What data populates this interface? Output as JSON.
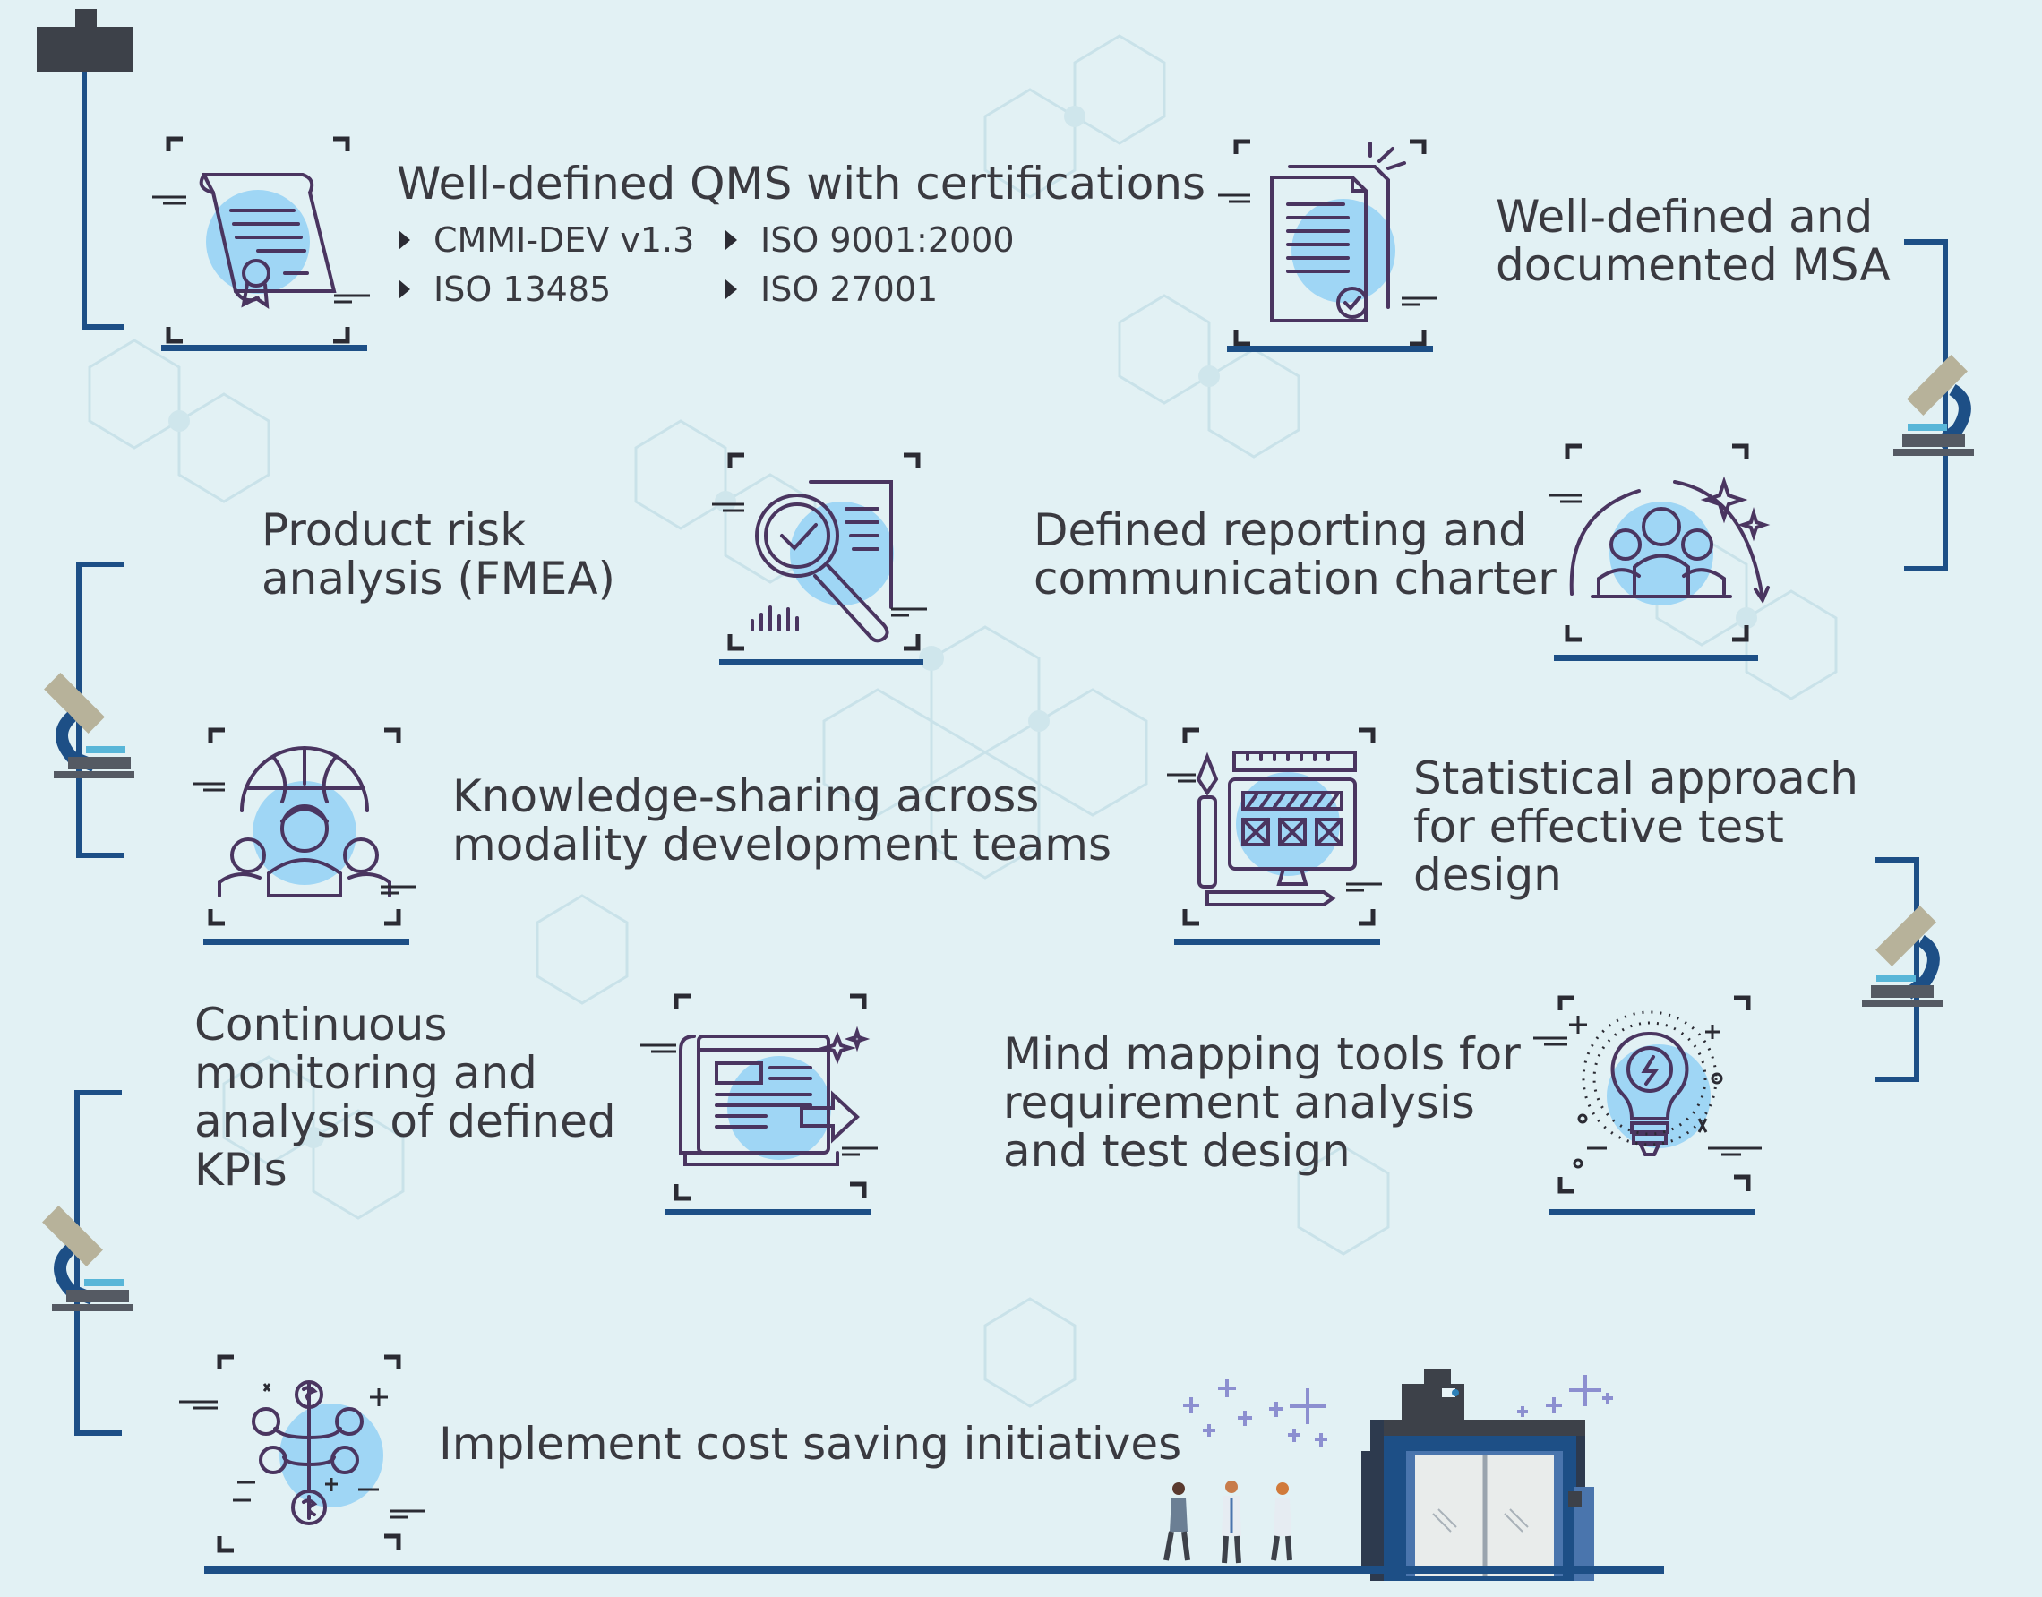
{
  "items": [
    {
      "label": "Well-defined QMS with certifications",
      "certifications": [
        "CMMI-DEV v1.3",
        "ISO 9001:2000",
        "ISO 13485",
        "ISO 27001"
      ]
    },
    {
      "label_lines": [
        "Well-defined and",
        "documented MSA"
      ]
    },
    {
      "label_lines": [
        "Product risk",
        "analysis (FMEA)"
      ]
    },
    {
      "label_lines": [
        "Defined reporting and",
        "communication charter"
      ]
    },
    {
      "label_lines": [
        "Knowledge-sharing across",
        "modality development teams"
      ]
    },
    {
      "label_lines": [
        "Statistical approach",
        "for effective test",
        "design"
      ]
    },
    {
      "label_lines": [
        "Continuous",
        "monitoring and",
        "analysis of defined",
        "KPIs"
      ]
    },
    {
      "label_lines": [
        "Mind mapping tools for",
        "requirement analysis",
        "and test design"
      ]
    },
    {
      "label": "Implement cost saving initiatives"
    }
  ],
  "colors": {
    "background": "#e2f1f4",
    "accent_navy": "#1d4f86",
    "accent_circle": "#9fd6f5",
    "icon_stroke": "#4a3560",
    "text": "#3a3a40"
  },
  "icons": [
    "certificate-scroll-icon",
    "documents-check-icon",
    "magnifier-analysis-icon",
    "team-communication-icon",
    "globe-people-icon",
    "test-design-monitor-icon",
    "newspaper-monitoring-icon",
    "lightbulb-idea-icon",
    "money-tree-icon",
    "microscope-icon",
    "factory-building-icon"
  ]
}
